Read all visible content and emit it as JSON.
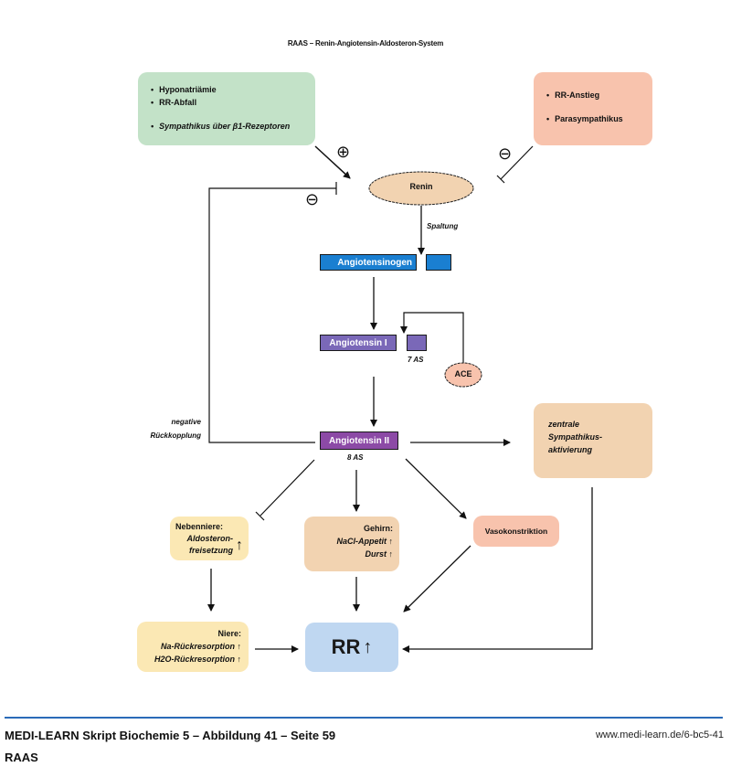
{
  "title": "RAAS – Renin-Angiotensin-Aldosteron-System",
  "stimulus_box": {
    "items": [
      "Hyponatriämie",
      "RR-Abfall",
      "Sympathikus über β1-Rezeptoren"
    ],
    "effect_sign": "⊕"
  },
  "inhibitor_box": {
    "items": [
      "RR-Anstieg",
      "Parasympathikus"
    ],
    "effect_sign": "⊖"
  },
  "renin": {
    "label": "Renin"
  },
  "cleavage_label": "Spaltung",
  "feedback": {
    "sign": "⊖",
    "label_line1": "negative",
    "label_line2": "Rückkopplung"
  },
  "angiotensinogen": {
    "label": "Angiotensinogen",
    "color": "#1a7fd1"
  },
  "angiotensin1": {
    "label": "Angiotensin I",
    "color": "#7a68b8",
    "aa_label": "7 AS"
  },
  "ace": {
    "label": "ACE"
  },
  "angiotensin2": {
    "label": "Angiotensin II",
    "color": "#8c4aa6",
    "aa_label": "8 AS"
  },
  "central_box": {
    "line1": "zentrale",
    "line2": "Sympathikus-",
    "line3": "aktivierung"
  },
  "adrenal_box": {
    "heading": "Nebenniere:",
    "line1": "Aldosteron-",
    "line2": "freisetzung",
    "arrow": "↑"
  },
  "brain_box": {
    "heading": "Gehirn:",
    "line1": "NaCl-Appetit",
    "line2": "Durst",
    "arrow": "↑"
  },
  "vaso_box": {
    "label": "Vasokonstriktion"
  },
  "kidney_box": {
    "heading": "Niere:",
    "line1": "Na-Rückresorption",
    "line2": "H2O-Rückresorption",
    "arrow": "↑"
  },
  "result_box": {
    "label": "RR",
    "arrow": "↑"
  },
  "footer": {
    "line1": "MEDI-LEARN Skript Biochemie 5 – Abbildung 41 – Seite 59",
    "line2": "RAAS",
    "url": "www.medi-learn.de/6-bc5-41"
  }
}
